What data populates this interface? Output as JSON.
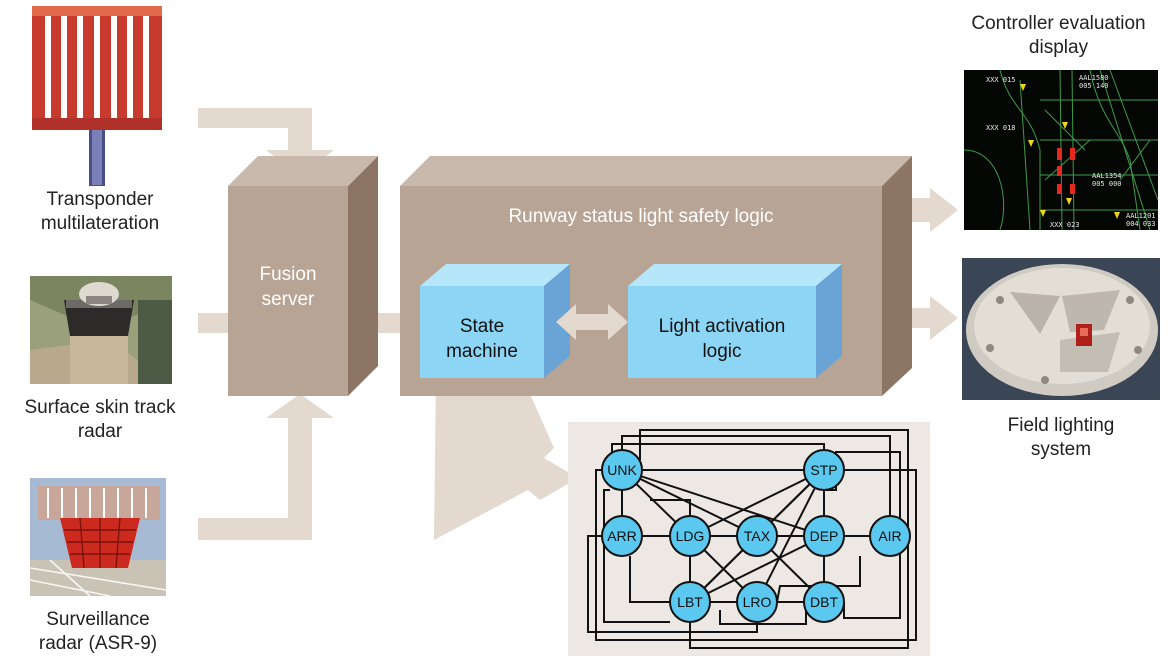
{
  "inputs": [
    {
      "id": "transponder",
      "label_lines": [
        "Transponder",
        "multilateration"
      ]
    },
    {
      "id": "surface",
      "label_lines": [
        "Surface skin track",
        "radar"
      ]
    },
    {
      "id": "surveillance",
      "label_lines": [
        "Surveillance",
        "radar (ASR-9)"
      ]
    }
  ],
  "fusion": {
    "label_lines": [
      "Fusion",
      "server"
    ]
  },
  "logic": {
    "title": "Runway status light safety logic",
    "state_machine": [
      "State",
      "machine"
    ],
    "light_activation": [
      "Light activation",
      "logic"
    ]
  },
  "outputs": [
    {
      "id": "controller",
      "label_lines": [
        "Controller evaluation",
        "display"
      ]
    },
    {
      "id": "field",
      "label_lines": [
        "Field lighting",
        "system"
      ]
    }
  ],
  "radar_display": {
    "tags": [
      "XXX 015",
      "AAL1580",
      "005 140",
      "XXX 018",
      "AAL1354",
      "005 000",
      "XXX 023",
      "AAL1201",
      "004 033"
    ]
  },
  "state_graph": {
    "nodes": [
      "UNK",
      "STP",
      "ARR",
      "LDG",
      "TAX",
      "DEP",
      "AIR",
      "LBT",
      "LRO",
      "DBT"
    ],
    "edges": [
      [
        "UNK",
        "LDG"
      ],
      [
        "UNK",
        "TAX"
      ],
      [
        "UNK",
        "DEP"
      ],
      [
        "UNK",
        "STP"
      ],
      [
        "UNK",
        "ARR"
      ],
      [
        "STP",
        "LDG"
      ],
      [
        "STP",
        "TAX"
      ],
      [
        "STP",
        "DEP"
      ],
      [
        "STP",
        "LBT"
      ],
      [
        "STP",
        "LRO"
      ],
      [
        "ARR",
        "LDG"
      ],
      [
        "LDG",
        "TAX"
      ],
      [
        "TAX",
        "DEP"
      ],
      [
        "DEP",
        "AIR"
      ],
      [
        "LDG",
        "LBT"
      ],
      [
        "LDG",
        "LRO"
      ],
      [
        "TAX",
        "LBT"
      ],
      [
        "TAX",
        "DBT"
      ],
      [
        "DEP",
        "DBT"
      ],
      [
        "DEP",
        "LBT"
      ],
      [
        "LBT",
        "LRO"
      ],
      [
        "LRO",
        "DBT"
      ]
    ]
  },
  "colors": {
    "arrow": "#e3d9cf",
    "box_front": "#b8a495",
    "box_top": "#c8b9ac",
    "box_side": "#8d7566",
    "blue_front": "#8dd5f4",
    "blue_top": "#b6e6f9",
    "blue_side": "#6aa3d6",
    "node": "#5bc8f0",
    "graph_bg": "#ede8e3"
  }
}
